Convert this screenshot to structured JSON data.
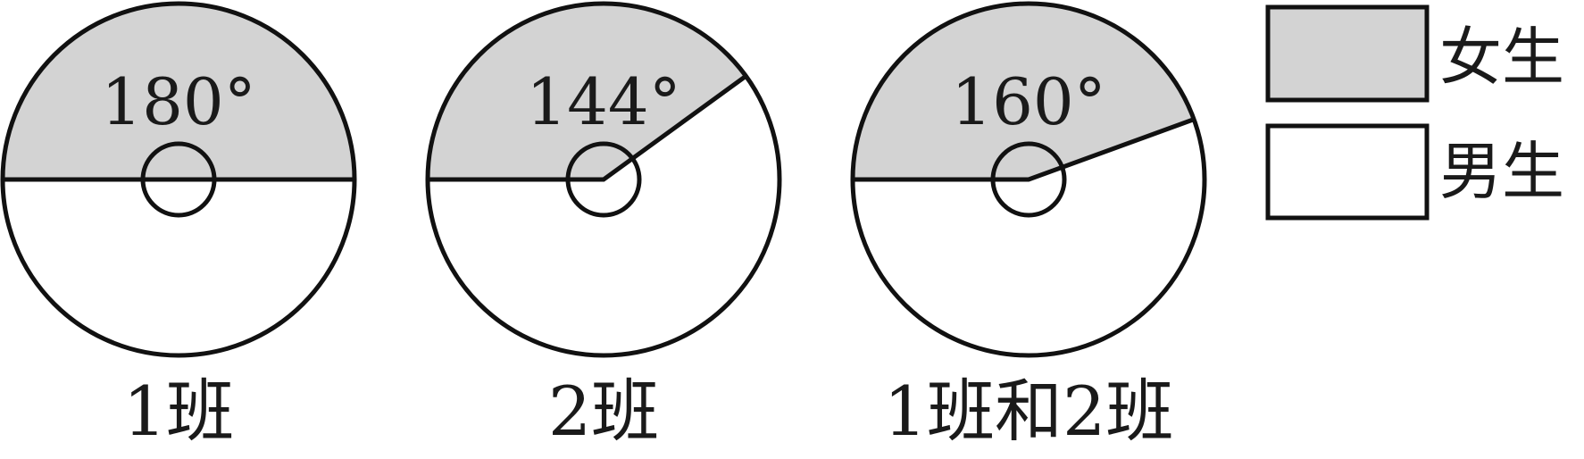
{
  "colors": {
    "girls_fill": "#d3d3d3",
    "boys_fill": "#ffffff",
    "stroke": "#111111"
  },
  "legend": [
    {
      "label": "女生",
      "color": "#d3d3d3"
    },
    {
      "label": "男生",
      "color": "#ffffff"
    }
  ],
  "chart_data": [
    {
      "type": "pie",
      "caption": "1班",
      "angle_label": "180°",
      "categories": [
        "女生",
        "男生"
      ],
      "values_degrees": [
        180,
        180
      ]
    },
    {
      "type": "pie",
      "caption": "2班",
      "angle_label": "144°",
      "categories": [
        "女生",
        "男生"
      ],
      "values_degrees": [
        144,
        216
      ]
    },
    {
      "type": "pie",
      "caption": "1班和2班",
      "angle_label": "160°",
      "categories": [
        "女生",
        "男生"
      ],
      "values_degrees": [
        160,
        200
      ]
    }
  ]
}
